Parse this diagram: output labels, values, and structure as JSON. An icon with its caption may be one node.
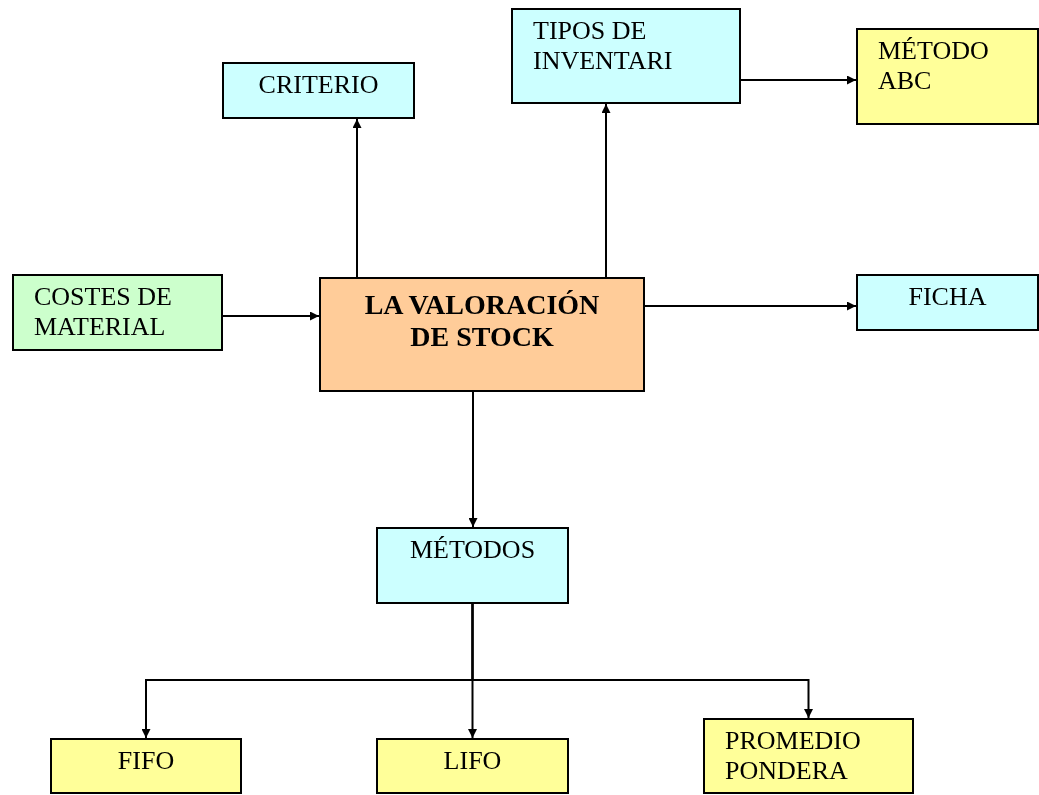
{
  "diagram": {
    "nodes": [
      {
        "text": [
          "CRITERIO"
        ]
      },
      {
        "text": [
          "TIPOS DE INVENTARI"
        ]
      },
      {
        "text": [
          "MÉTODO ABC"
        ]
      },
      {
        "text": [
          "COSTES DE MATERIAL"
        ]
      },
      {
        "text": [
          "LA VALORACIÓN DE STOCK"
        ]
      },
      {
        "text": [
          "FICHA"
        ]
      },
      {
        "text": [
          "MÉTODOS"
        ]
      },
      {
        "text": [
          "FIFO"
        ]
      },
      {
        "text": [
          "LIFO"
        ]
      },
      {
        "text": [
          "PROMEDIO PONDERA"
        ]
      }
    ],
    "edges": [
      {
        "from": 4,
        "to": 0,
        "arrow": "to"
      },
      {
        "from": 4,
        "to": 1,
        "arrow": "to"
      },
      {
        "from": 1,
        "to": 2,
        "arrow": "to"
      },
      {
        "from": 3,
        "to": 4,
        "arrow": "to"
      },
      {
        "from": 4,
        "to": 5,
        "arrow": "to"
      },
      {
        "from": 4,
        "to": 6,
        "arrow": "to"
      },
      {
        "from": 6,
        "to": 7,
        "arrow": "to"
      },
      {
        "from": 6,
        "to": 8,
        "arrow": "to"
      },
      {
        "from": 6,
        "to": 9,
        "arrow": "to"
      }
    ]
  }
}
